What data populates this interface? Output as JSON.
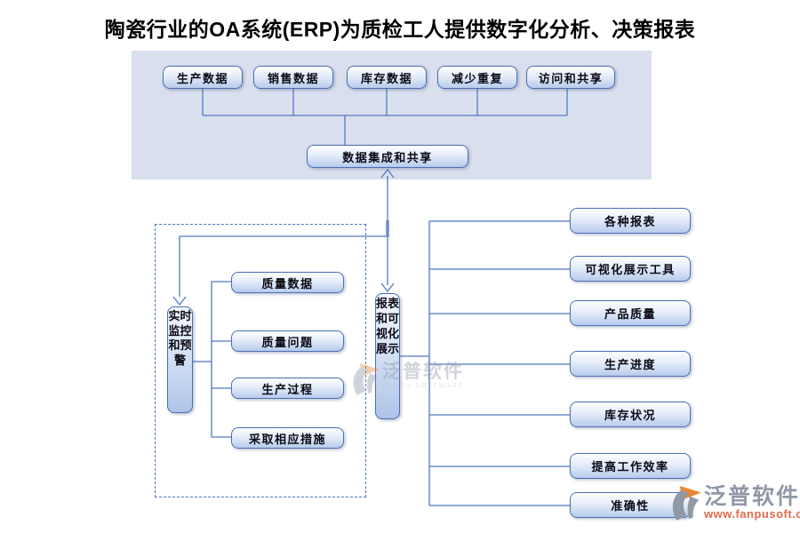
{
  "title": "陶瓷行业的OA系统(ERP)为质检工人提供数字化分析、决策报表",
  "colors": {
    "panel_bg": "#dadfee",
    "line_blue": "#4f79c1",
    "box_border": "#4a70b5",
    "box_fill_bottom": "#b7cbec",
    "watermark_gray": "#9098a6",
    "watermark_orange": "#e98733",
    "watermark_url_red": "#dd6a50"
  },
  "top_panel": {
    "sources": [
      "生产数据",
      "销售数据",
      "库存数据",
      "减少重复",
      "访问和共享"
    ],
    "hub": "数据集成和共享"
  },
  "monitor_group": {
    "source": "实时监控和预警",
    "items": [
      "质量数据",
      "质量问题",
      "生产过程",
      "采取相应措施"
    ]
  },
  "report_group": {
    "source": "报表和可视化展示",
    "items": [
      "各种报表",
      "可视化展示工具",
      "产品质量",
      "生产进度",
      "库存状况",
      "提高工作效率",
      "准确性"
    ]
  },
  "watermarks": {
    "center": {
      "brand": "泛普软件",
      "subtitle": "FANPU SOFTWARE"
    },
    "corner": {
      "brand": "泛普软件",
      "url": "www.fanpusoft.com"
    }
  }
}
